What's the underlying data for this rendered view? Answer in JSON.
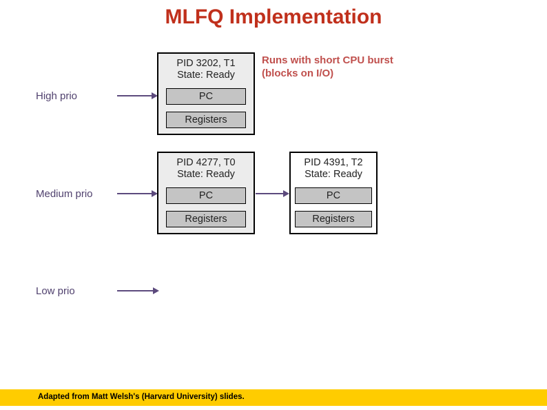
{
  "slide": {
    "title": "MLFQ Implementation",
    "title_color": "#C0301C",
    "background": "#FFFFFF"
  },
  "queues": [
    {
      "id": "high",
      "label": "High prio",
      "arrow": "queue-arrow-high"
    },
    {
      "id": "medium",
      "label": "Medium prio",
      "arrow": "queue-arrow-medium"
    },
    {
      "id": "low",
      "label": "Low prio",
      "arrow": "queue-arrow-low"
    }
  ],
  "blocks": {
    "pcb_3202": {
      "pid_line": "PID 3202, T1",
      "state_line": "State: Ready",
      "pc_label": "PC",
      "registers_label": "Registers",
      "background": "#ECECEC"
    },
    "pcb_4277": {
      "pid_line": "PID 4277, T0",
      "state_line": "State: Ready",
      "pc_label": "PC",
      "registers_label": "Registers",
      "background": "#ECECEC"
    },
    "pcb_4391": {
      "pid_line": "PID 4391, T2",
      "state_line": "State: Ready",
      "pc_label": "PC",
      "registers_label": "Registers",
      "background": "#FFFFFF"
    }
  },
  "annotation": {
    "line1": "Runs with short CPU burst",
    "line2": "(blocks on I/O)",
    "color": "#C0504D"
  },
  "footer": {
    "text": "Adapted from Matt Welsh's (Harvard University) slides.",
    "bar_color": "#FFCC00"
  },
  "accents": {
    "arrow_color": "#5C4A7D",
    "label_color": "#50416E",
    "field_fill": "#C4C4C4"
  }
}
